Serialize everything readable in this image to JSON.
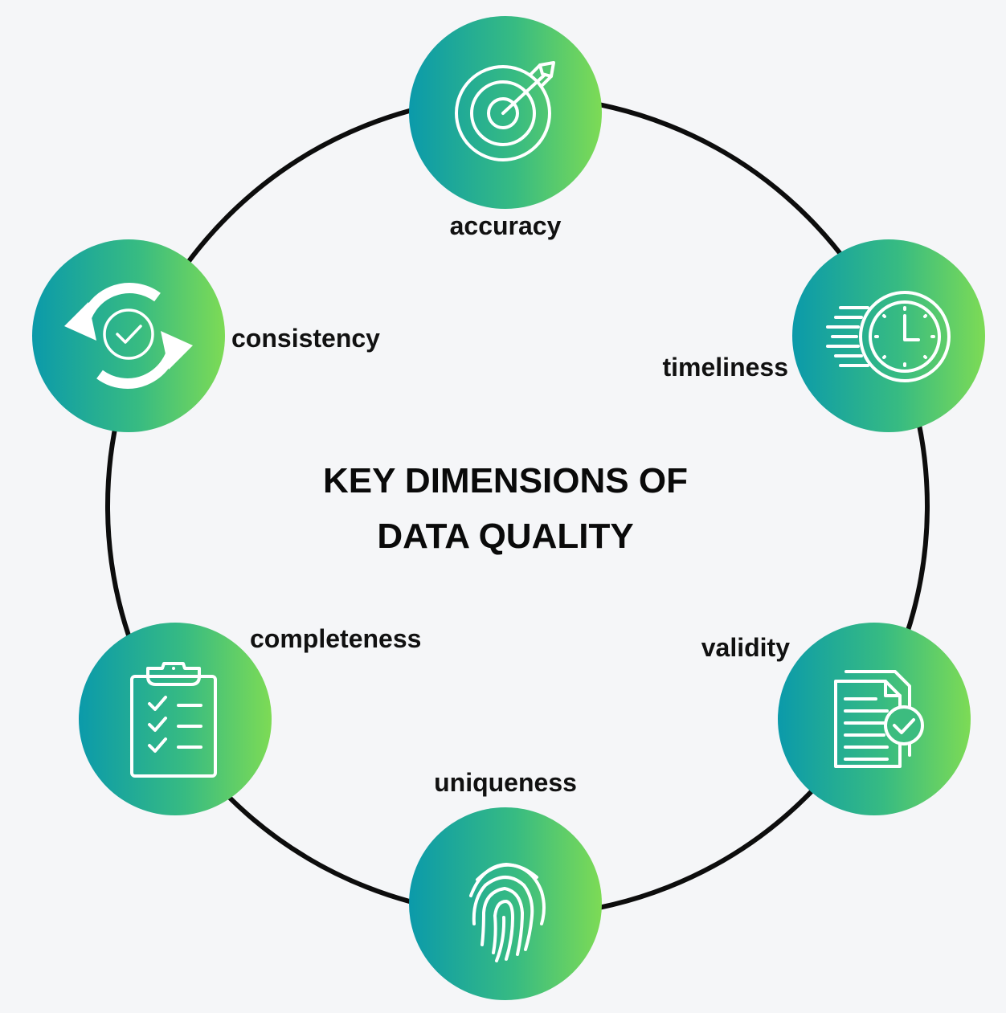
{
  "title": {
    "line1": "KEY DIMENSIONS OF",
    "line2": "DATA QUALITY"
  },
  "dimensions": [
    {
      "label": "accuracy",
      "icon": "target-arrow-icon"
    },
    {
      "label": "timeliness",
      "icon": "fast-clock-icon"
    },
    {
      "label": "validity",
      "icon": "document-check-icon"
    },
    {
      "label": "uniqueness",
      "icon": "fingerprint-icon"
    },
    {
      "label": "completeness",
      "icon": "clipboard-checklist-icon"
    },
    {
      "label": "consistency",
      "icon": "sync-check-icon"
    }
  ],
  "colors": {
    "gradient_start": "#0b9aaa",
    "gradient_end": "#7ddb55",
    "ring": "#0d0d0d",
    "background": "#f5f6f8"
  }
}
